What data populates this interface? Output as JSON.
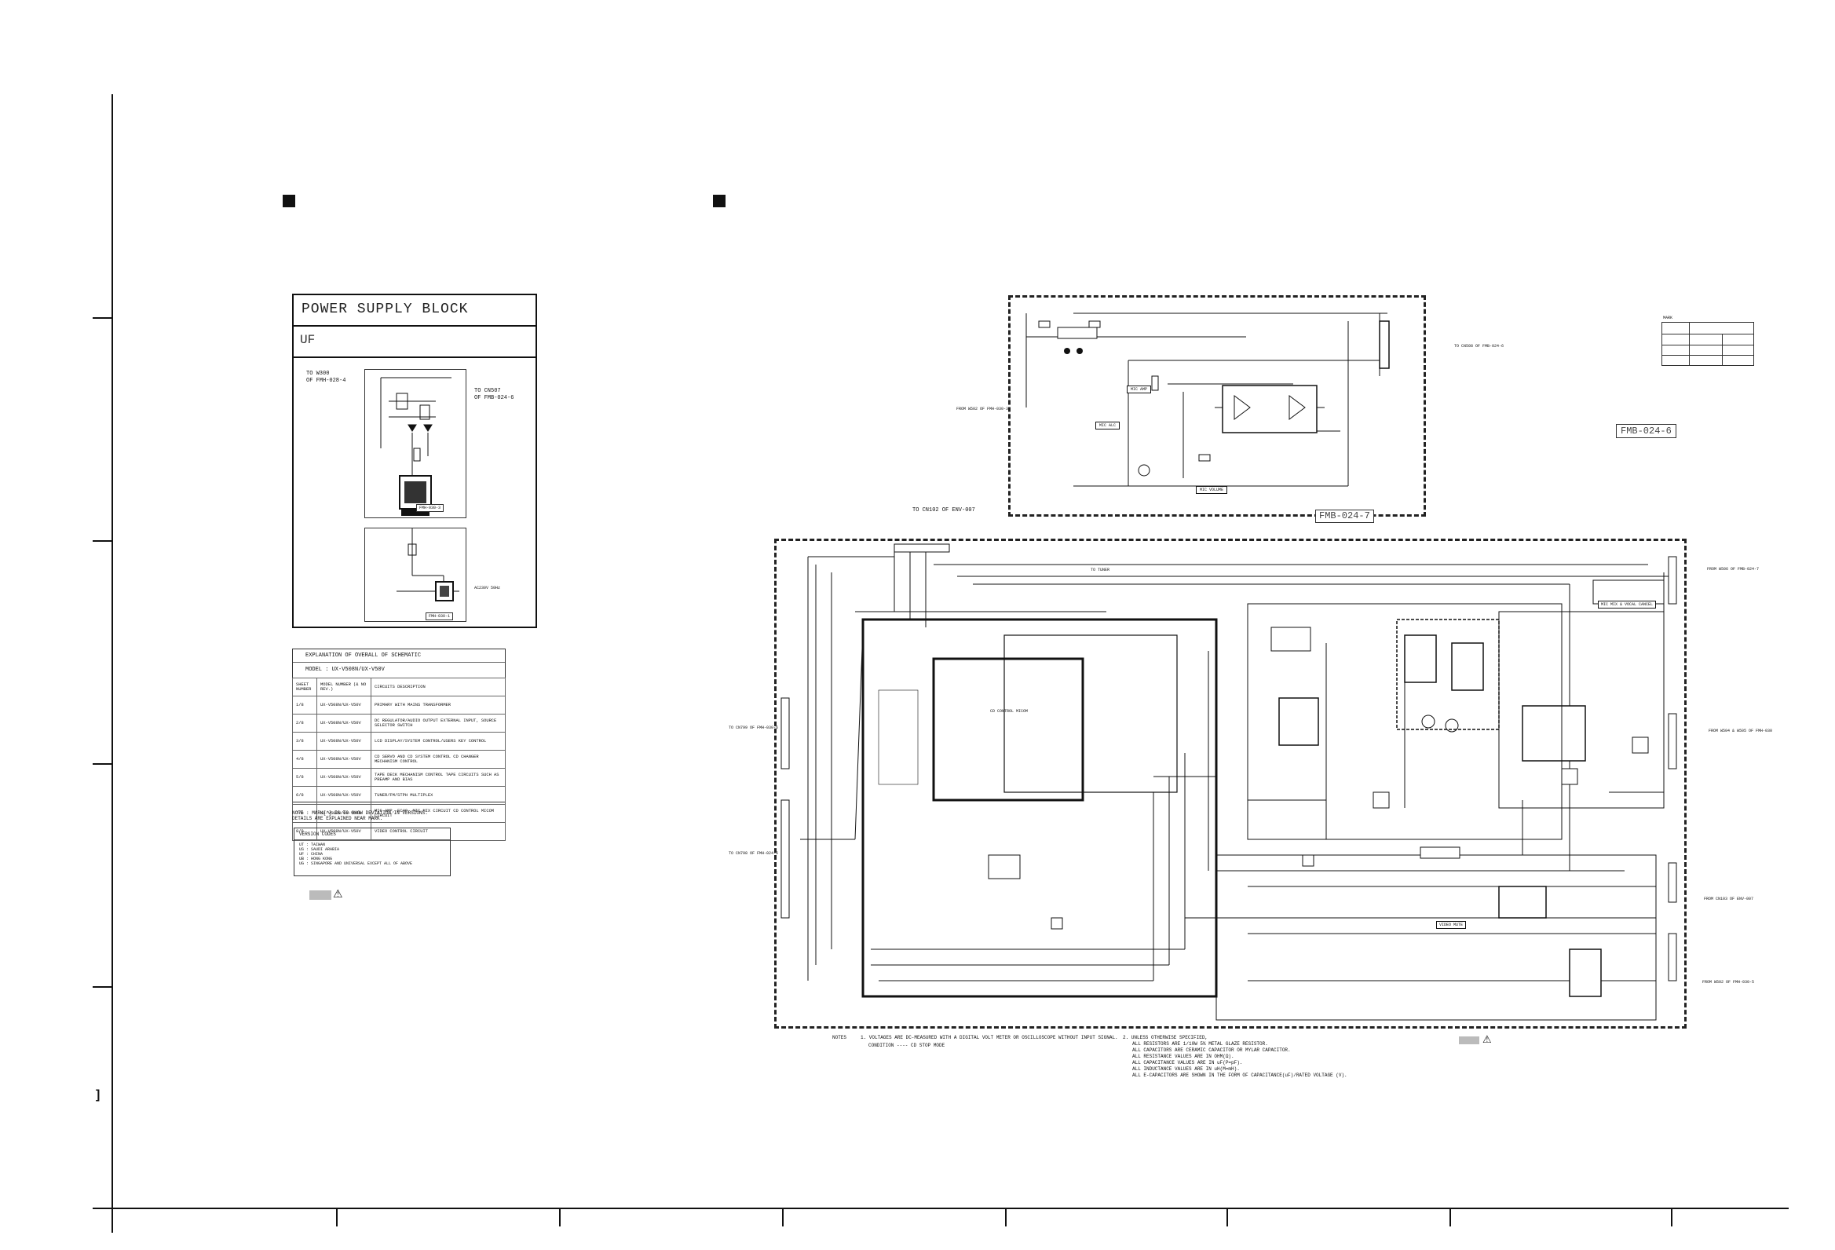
{
  "bracket_mark": "]",
  "power_block": {
    "title": "POWER SUPPLY BLOCK",
    "version": "UF",
    "to_w300": "TO W300",
    "of_fmh_028_4": "OF FMH-028-4",
    "to_cn507": "TO CN507",
    "of_fmb_024_6": "OF FMB-024-6",
    "board_030_3": "FMH-030-3",
    "board_030_1": "FMH-030-1",
    "ac_label": "AC230V 50Hz"
  },
  "explanation": {
    "title": "EXPLANATION OF OVERALL OF SCHEMATIC",
    "model": "MODEL : UX-V508N/UX-V50V",
    "col_sheet": "SHEET NUMBER",
    "col_model": "MODEL NUMBER (& NO REV.)",
    "col_desc": "CIRCUITS DESCRIPTION",
    "rows": [
      {
        "sheet": "1/8",
        "model": "UX-V508N/UX-V50V",
        "desc": "PRIMARY WITH MAINS TRANSFORMER"
      },
      {
        "sheet": "2/8",
        "model": "UX-V508N/UX-V50V",
        "desc": "DC REGULATOR/AUDIO OUTPUT EXTERNAL INPUT, SOURCE SELECTOR SWITCH"
      },
      {
        "sheet": "3/8",
        "model": "UX-V508N/UX-V50V",
        "desc": "LCD DISPLAY/SYSTEM CONTROL/USERS KEY CONTROL"
      },
      {
        "sheet": "4/8",
        "model": "UX-V508N/UX-V50V",
        "desc": "CD SERVO AND CD SYSTEM CONTROL CD CHANGER MECHANISM CONTROL"
      },
      {
        "sheet": "5/8",
        "model": "UX-V508N/UX-V50V",
        "desc": "TAPE DECK MECHANISM CONTROL TAPE CIRCUITS SUCH AS PREAMP AND BIAS"
      },
      {
        "sheet": "6/8",
        "model": "UX-V508N/UX-V50V",
        "desc": "TUNER/FM/STPH MULTIPLEX"
      },
      {
        "sheet": "7/8",
        "model": "UX-V508N/UX-V50V",
        "desc": "MIC AMP, ECHO, MIC MIX CIRCUIT CD CONTROL MICOM CIRCUIT"
      },
      {
        "sheet": "8/8",
        "model": "UX-V508N/UX-V50V",
        "desc": "VIDEO CONTROL CIRCUIT"
      }
    ],
    "note": "NOTE : MARK[*] IS TO SHOW DEVIATION IN VERSIONS. DETAILS ARE EXPLAINED NEAR MARK.",
    "version_title": "VERSION CODES",
    "version_codes": [
      "UT : TAIWAN",
      "US : SAUDI ARABIA",
      "UF : CHINA",
      "UB : HONG KONG",
      "UG : SINGAPORE AND UNIVERSAL EXCEPT ALL OF ABOVE"
    ]
  },
  "schematic": {
    "title_tag": "FMB-024-7",
    "board_tag": "FMB-024-6",
    "to_cn102": "TO CN102 OF ENV-007",
    "from_w502": "FROM W502 OF FMH-030-3",
    "to_cn508": "TO CN508 OF FMB-024-6",
    "mic_amp": "MIC AMP",
    "mic_alc": "MIC ALC",
    "mic_volume": "MIC VOLUME",
    "mic_mix": "MIC MIX & VOCAL CANCEL",
    "cd_micom": "CD CONTROL MICOM",
    "to_tuner": "TO TUNER",
    "video_mute": "VIDEO MUTE",
    "from_fmb": "FROM W506 OF FMB-024-7",
    "from_w504": "FROM W504 & W505 OF FMH-030",
    "from_cn103": "FROM CN103 OF ENV-007",
    "from_fmh_030_5": "FROM W502 OF FMH-030-5",
    "to_cn799": "TO CN799 OF FMH-030-6",
    "to_cn798": "TO CN798 OF FMH-024-6",
    "mark_label": "MARK",
    "notes_head": "NOTES",
    "notes_1": "1. VOLTAGES ARE DC-MEASURED WITH A DIGITAL VOLT METER OR OSCILLOSCOPE WITHOUT INPUT SIGNAL.",
    "notes_1b": "CONDITION ---- CD STOP MODE",
    "notes_2": "2. UNLESS OTHERWISE SPECIFIED,",
    "notes_2a": "ALL RESISTORS ARE 1/10W 5% METAL GLAZE RESISTOR.",
    "notes_2b": "ALL CAPACITORS ARE CERAMIC CAPACITOR OR MYLAR CAPACITOR.",
    "notes_2c": "ALL RESISTANCE VALUES ARE IN OHM(Ω).",
    "notes_2d": "ALL CAPACITANCE VALUES ARE IN uF(P=pF).",
    "notes_2e": "ALL INDUCTANCE VALUES ARE IN uH(M=mH).",
    "notes_2f": "ALL E-CAPACITORS ARE SHOWN IN THE FORM OF CAPACITANCE(uF)/RATED VOLTAGE (V)."
  }
}
